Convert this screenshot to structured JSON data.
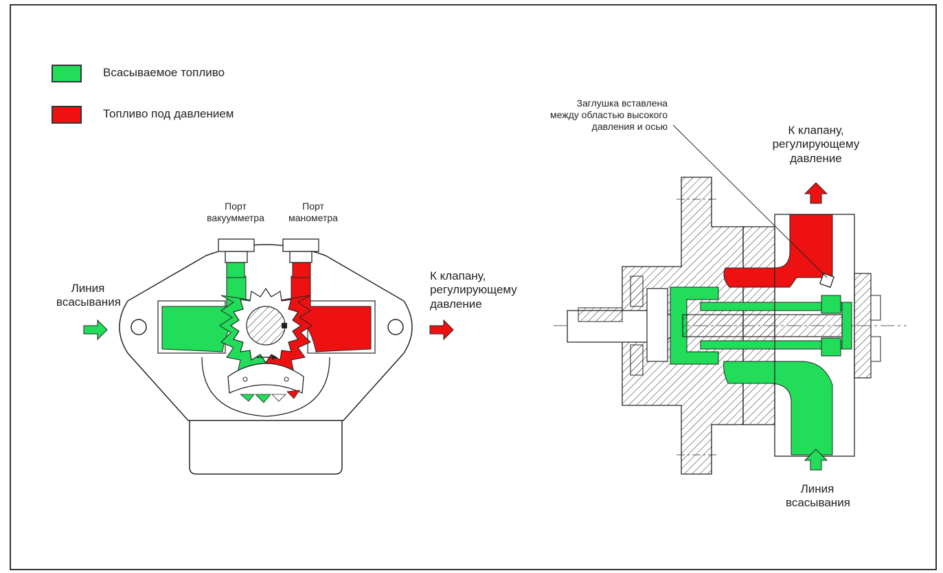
{
  "legend": {
    "suction": {
      "label": "Всасываемое топливо",
      "color": "#22dd5a"
    },
    "pressure": {
      "label": "Топливо под давлением",
      "color": "#ee1111"
    }
  },
  "left_diagram": {
    "vacuum_port": [
      "Порт",
      "вакуумметра"
    ],
    "gauge_port": [
      "Порт",
      "манометра"
    ],
    "suction_line": [
      "Линия",
      "всасывания"
    ],
    "outlet": [
      "К клапану,",
      "регулирующему",
      "давление"
    ]
  },
  "right_diagram": {
    "plug_note": [
      "Заглушка вставлена",
      "между областью высокого",
      "давления и осью"
    ],
    "outlet": [
      "К клапану,",
      "регулирующему",
      "давление"
    ],
    "suction_line": [
      "Линия",
      "всасывания"
    ]
  },
  "colors": {
    "suction": "#22dd5a",
    "pressure": "#ee1111",
    "line": "#222222"
  }
}
